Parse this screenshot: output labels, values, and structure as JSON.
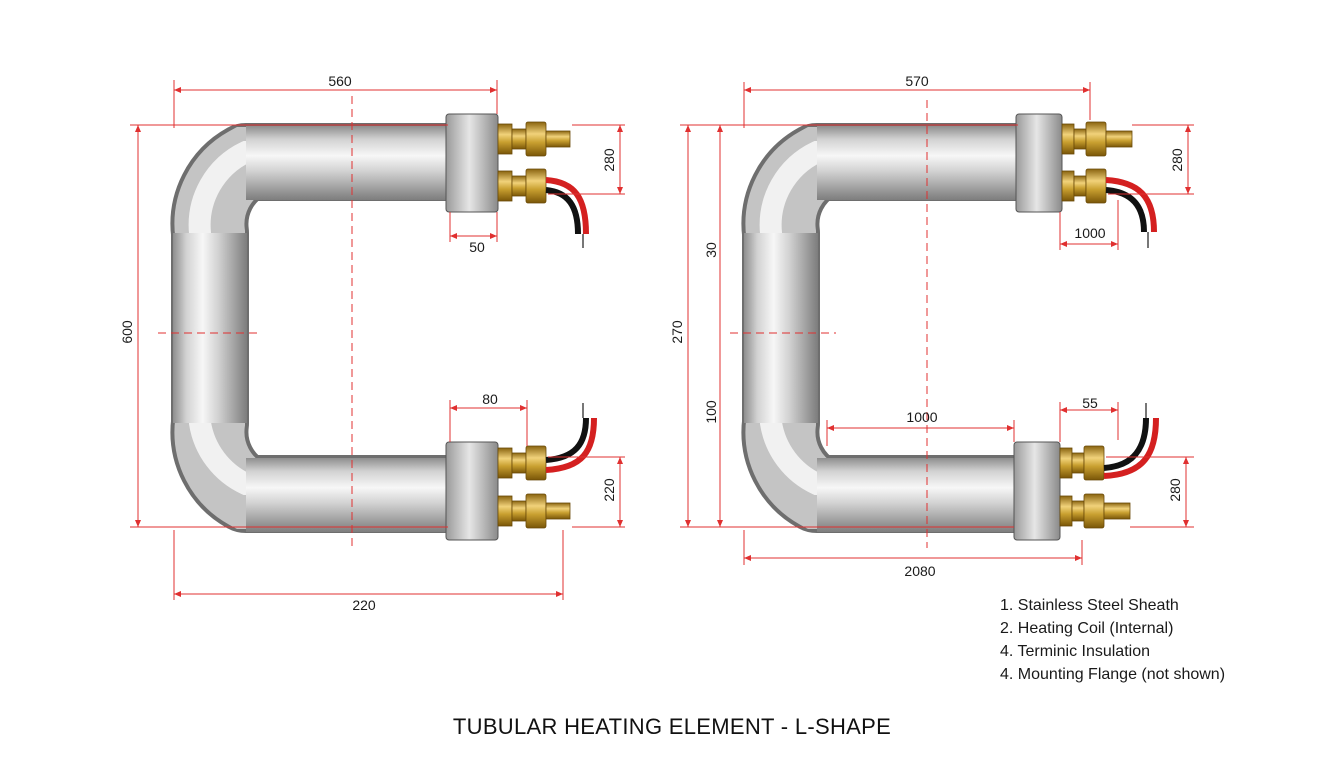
{
  "title": "TUBULAR HEATING ELEMENT - L-SHAPE",
  "colors": {
    "dimension_line": "#e03030",
    "sheath_light": "#f4f4f4",
    "sheath_dark": "#8c8c8c",
    "brass": "#c9a030",
    "wire_red": "#d42020",
    "wire_black": "#111111"
  },
  "left_view": {
    "dims": {
      "top_length": "560",
      "terminal_spacing_top": "280",
      "flange_offset_top": "50",
      "overall_height": "600",
      "flange_offset_bottom": "80",
      "terminal_spacing_bottom": "220",
      "bottom_length": "220"
    }
  },
  "right_view": {
    "dims": {
      "top_length": "570",
      "terminal_spacing_top": "280",
      "lead_length_top": "1000",
      "inner_upper": "30",
      "overall_height": "270",
      "inner_lower": "100",
      "inner_length": "1000",
      "flange_offset_bottom": "55",
      "terminal_spacing_bottom": "280",
      "bottom_length": "2080"
    }
  },
  "legend": [
    "1. Stainless Steel Sheath",
    "2. Heating Coil (Internal)",
    "4. Terminic Insulation",
    "4. Mounting Flange (not shown)"
  ]
}
